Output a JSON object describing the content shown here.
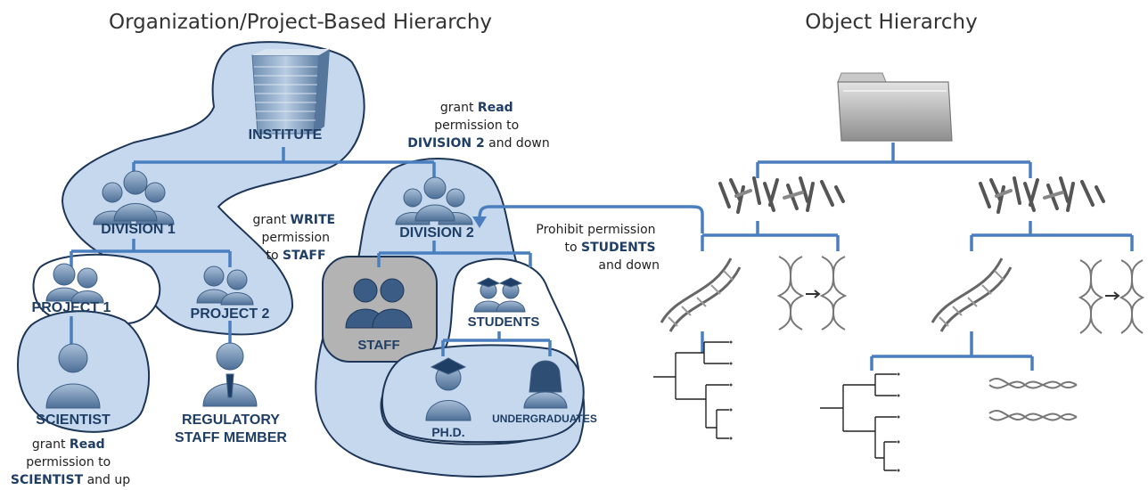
{
  "titles": {
    "left": "Organization/Project-Based Hierarchy",
    "right": "Object Hierarchy"
  },
  "nodes": {
    "institute": "INSTITUTE",
    "division1": "DIVISION 1",
    "division2": "DIVISION 2",
    "project1": "PROJECT 1",
    "project2": "PROJECT 2",
    "scientist": "SCIENTIST",
    "regulatory_line1": "REGULATORY",
    "regulatory_line2": "STAFF MEMBER",
    "staff": "STAFF",
    "students": "STUDENTS",
    "phd": "PH.D.",
    "undergraduates": "UNDERGRADUATES"
  },
  "annotations": {
    "read_division2": {
      "line1": "grant ",
      "line1_bold": "Read",
      "line2": "permission to",
      "line3_bold": "DIVISION 2",
      "line3": " and down"
    },
    "write_staff": {
      "line1": "grant ",
      "line1_bold": "WRITE",
      "line2": "permission",
      "line3": "to ",
      "line3_bold": "STAFF"
    },
    "prohibit_students": {
      "line1": "Prohibit permission",
      "line2": "to ",
      "line2_bold": "STUDENTS",
      "line3": "and down"
    },
    "read_scientist": {
      "line1": "grant ",
      "line1_bold": "Read",
      "line2": "permission to",
      "line3_bold": "SCIENTIST",
      "line3": " and up"
    }
  },
  "icons": [
    "building-icon",
    "group-icon",
    "couple-icon",
    "person-icon",
    "businessman-icon",
    "graduates-icon",
    "graduate-icon",
    "woman-icon",
    "folder-icon",
    "chromosomes-icon",
    "dna-icon",
    "dna-replication-icon",
    "phylogenetic-tree-icon",
    "snp-icon"
  ],
  "colors": {
    "region_fill": "#c5d8ee",
    "region_stroke": "#1d3557",
    "connector": "#4a7fbf",
    "label": "#1f3e66"
  }
}
